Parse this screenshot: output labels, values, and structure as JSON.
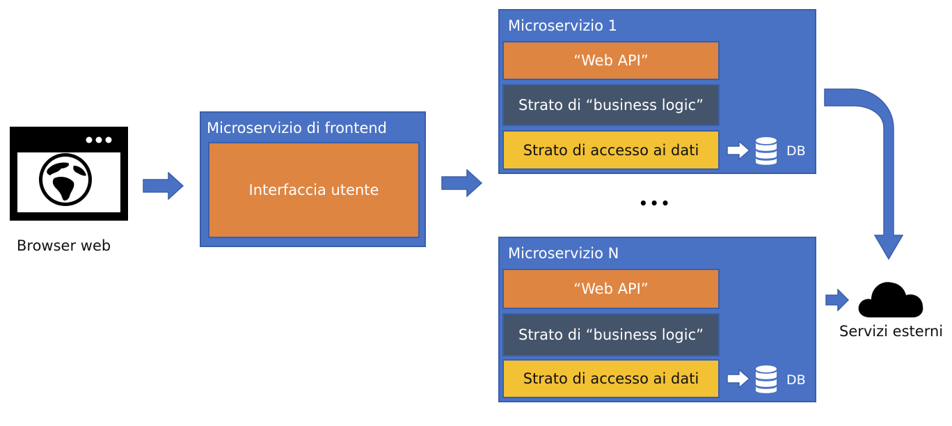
{
  "browser": {
    "label": "Browser web",
    "icon": "browser-globe-icon"
  },
  "frontend": {
    "title": "Microservizio di frontend",
    "ui_label": "Interfaccia utente"
  },
  "microservices": [
    {
      "title": "Microservizio 1",
      "web_api": "“Web API”",
      "business": "Strato di “business logic”",
      "data_access": "Strato di accesso ai dati",
      "db": "DB"
    },
    {
      "title": "Microservizio N",
      "web_api": "“Web API”",
      "business": "Strato di “business logic”",
      "data_access": "Strato di accesso ai dati",
      "db": "DB"
    }
  ],
  "ellipsis": "•••",
  "external": {
    "label": "Servizi esterni",
    "icon": "cloud-icon"
  },
  "colors": {
    "service_blue": "#4a72c4",
    "orange": "#df8542",
    "slate": "#44546a",
    "yellow": "#f3c134"
  }
}
